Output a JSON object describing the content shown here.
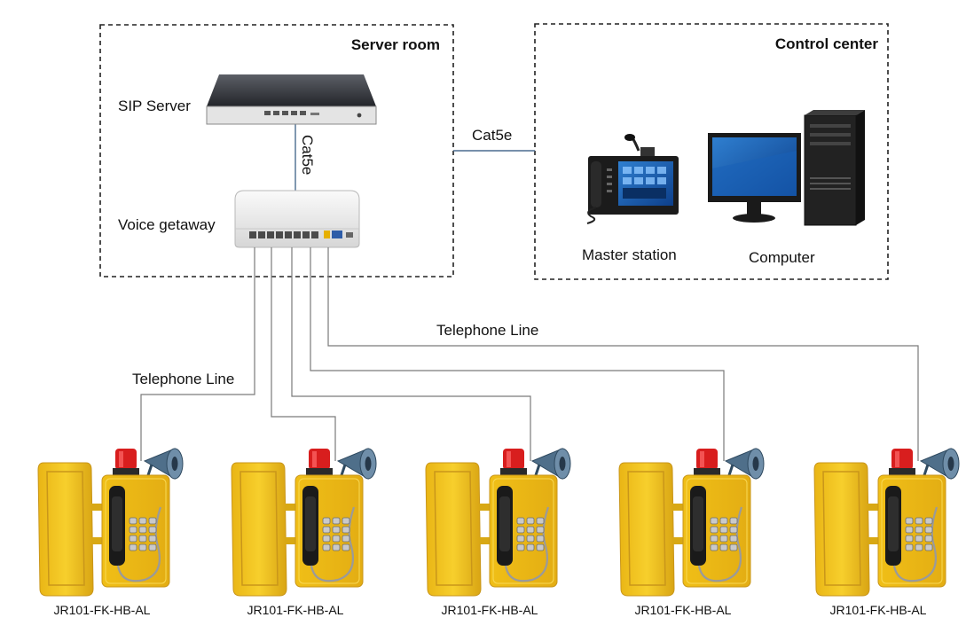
{
  "zones": {
    "server_room": "Server room",
    "control_center": "Control center"
  },
  "devices": {
    "sip_server": "SIP Server",
    "voice_gateway": "Voice getaway",
    "master_station": "Master station",
    "computer": "Computer"
  },
  "links": {
    "server_gateway": "Cat5e",
    "server_control": "Cat5e",
    "telephone_line_left": "Telephone Line",
    "telephone_line_right": "Telephone Line"
  },
  "phones": [
    {
      "model": "JR101-FK-HB-AL"
    },
    {
      "model": "JR101-FK-HB-AL"
    },
    {
      "model": "JR101-FK-HB-AL"
    },
    {
      "model": "JR101-FK-HB-AL"
    },
    {
      "model": "JR101-FK-HB-AL"
    }
  ],
  "colors": {
    "phone_body": "#f3c318",
    "phone_shadow": "#c9961a",
    "beacon": "#d81e1e",
    "horn": "#4f6f8a",
    "cable_cat5e": "#4a6b8f",
    "telephone_line": "#7a7a7a"
  }
}
